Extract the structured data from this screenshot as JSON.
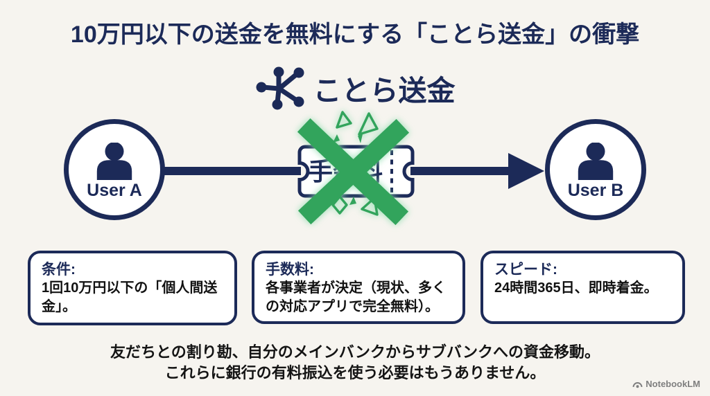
{
  "colors": {
    "navy": "#1c2a58",
    "green": "#33a45c",
    "green_glow": "#8edcae",
    "background": "#f6f4ef",
    "body_text": "#141414",
    "watermark_gray": "#7f7f7f"
  },
  "title": "10万円以下の送金を無料にする「ことら送金」の衝撃",
  "logo": {
    "name": "ことら送金"
  },
  "flow": {
    "sender": "User A",
    "receiver": "User B",
    "fee_label": "手数料"
  },
  "info_boxes": [
    {
      "label": "条件:",
      "body": "1回10万円以下の「個人間送金」。"
    },
    {
      "label": "手数料:",
      "body": "各事業者が決定（現状、多くの対応アプリで完全無料）。"
    },
    {
      "label": "スピード:",
      "body": "24時間365日、即時着金。"
    }
  ],
  "footer": {
    "line1": "友だちとの割り勘、自分のメインバンクからサブバンクへの資金移動。",
    "line2": "これらに銀行の有料振込を使う必要はもうありません。",
    "watermark": "NotebookLM"
  }
}
